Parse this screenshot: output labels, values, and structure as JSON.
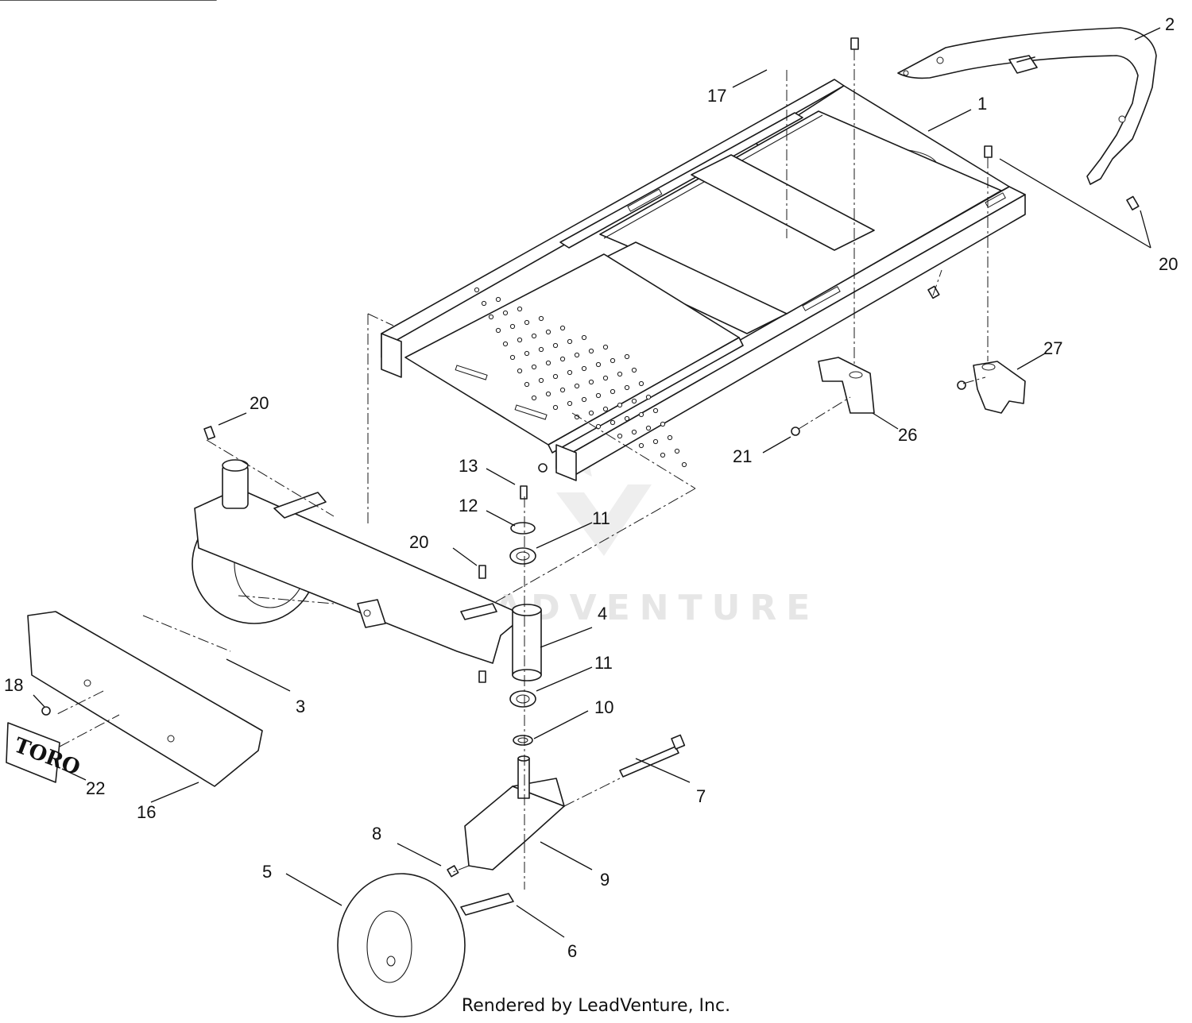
{
  "watermark": {
    "brand": "LEADVENTURE"
  },
  "logo_decal": {
    "text": "TORO"
  },
  "callouts": [
    {
      "id": "c1",
      "label": "1"
    },
    {
      "id": "c2",
      "label": "2"
    },
    {
      "id": "c3",
      "label": "3"
    },
    {
      "id": "c4",
      "label": "4"
    },
    {
      "id": "c5",
      "label": "5"
    },
    {
      "id": "c6",
      "label": "6"
    },
    {
      "id": "c7",
      "label": "7"
    },
    {
      "id": "c8",
      "label": "8"
    },
    {
      "id": "c9",
      "label": "9"
    },
    {
      "id": "c10",
      "label": "10"
    },
    {
      "id": "c11a",
      "label": "11"
    },
    {
      "id": "c11b",
      "label": "11"
    },
    {
      "id": "c12",
      "label": "12"
    },
    {
      "id": "c13",
      "label": "13"
    },
    {
      "id": "c16",
      "label": "16"
    },
    {
      "id": "c17",
      "label": "17"
    },
    {
      "id": "c18",
      "label": "18"
    },
    {
      "id": "c20a",
      "label": "20"
    },
    {
      "id": "c20b",
      "label": "20"
    },
    {
      "id": "c20c",
      "label": "20"
    },
    {
      "id": "c21",
      "label": "21"
    },
    {
      "id": "c22",
      "label": "22"
    },
    {
      "id": "c26",
      "label": "26"
    },
    {
      "id": "c27",
      "label": "27"
    }
  ],
  "footer": {
    "text": "Rendered by LeadVenture, Inc."
  }
}
